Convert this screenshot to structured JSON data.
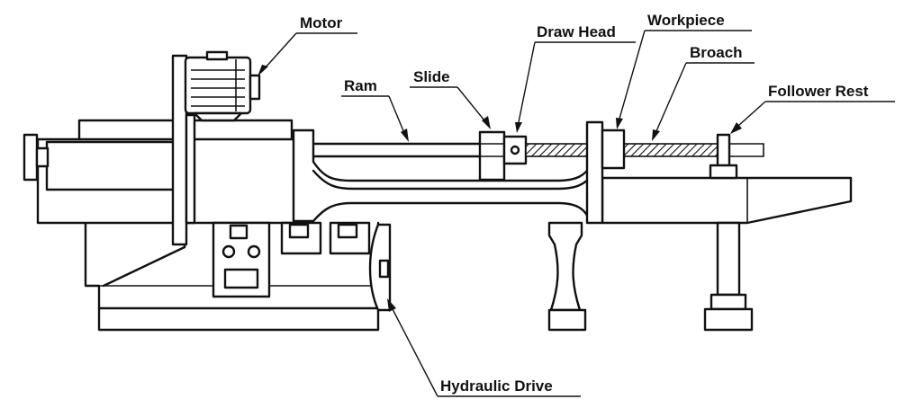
{
  "labels": {
    "motor": "Motor",
    "draw_head": "Draw Head",
    "workpiece": "Workpiece",
    "broach": "Broach",
    "ram": "Ram",
    "slide": "Slide",
    "follower_rest": "Follower Rest",
    "hydraulic_drive": "Hydraulic Drive"
  },
  "colors": {
    "line": "#111111",
    "background": "#ffffff"
  }
}
